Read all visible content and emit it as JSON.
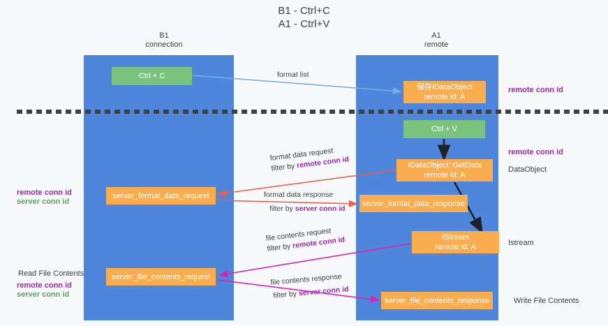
{
  "title": "B1 - Ctrl+C\nA1 - Ctrl+V",
  "columns": {
    "left": "B1\nconnection",
    "right": "A1\nremote"
  },
  "boxes": {
    "ctrl_c": "Ctrl + C",
    "idataobject": "保存IDataObject\nremote id: A",
    "ctrl_v": "Ctrl + V",
    "getdata": "IDataObject::GetData\nremote id: A",
    "server_format_data_response": "server_format_data_response",
    "istream": "IStream\nremote id: A",
    "server_format_data_request": "server_format_data_request",
    "server_file_contents_request": "server_file_contents_request",
    "server_file_contents_response": "server_file_contents_response"
  },
  "side_labels": {
    "remote_conn_id_top": "remote conn id",
    "remote_conn_id_mid": "remote conn id",
    "dataobject": "DataObject",
    "istream": "Istream",
    "write_file_contents": "Write File Contents",
    "read_file_contents": "Read File Contents",
    "left_remote_conn_id_1": "remote conn id",
    "left_server_conn_id_1": "server conn id",
    "left_remote_conn_id_2": "remote conn id",
    "left_server_conn_id_2": "server conn id"
  },
  "edges": {
    "format_list": "format list",
    "format_data_request": "format data request",
    "format_data_request_filter_prefix": "filter by ",
    "format_data_request_filter_value": "remote conn id",
    "format_data_response": "format data response",
    "format_data_response_filter_prefix": "filter by ",
    "format_data_response_filter_value": "server conn id",
    "file_contents_request": "file contents request",
    "file_contents_request_filter_prefix": "filter by ",
    "file_contents_request_filter_value": "remote conn id",
    "file_contents_response": "file contents response",
    "file_contents_response_filter_prefix": "filter by ",
    "file_contents_response_filter_value": "server conn id"
  },
  "colors": {
    "lane": "#4e86db",
    "green_box": "#7bc47f",
    "orange_box": "#f9ad4e",
    "purple_text": "#9c27b0",
    "green_text": "#5aa45e",
    "arrow_blue": "#7aaede",
    "arrow_red": "#e8604c",
    "arrow_magenta": "#e020b0",
    "arrow_black": "#202124",
    "background": "#f8f9fa"
  }
}
